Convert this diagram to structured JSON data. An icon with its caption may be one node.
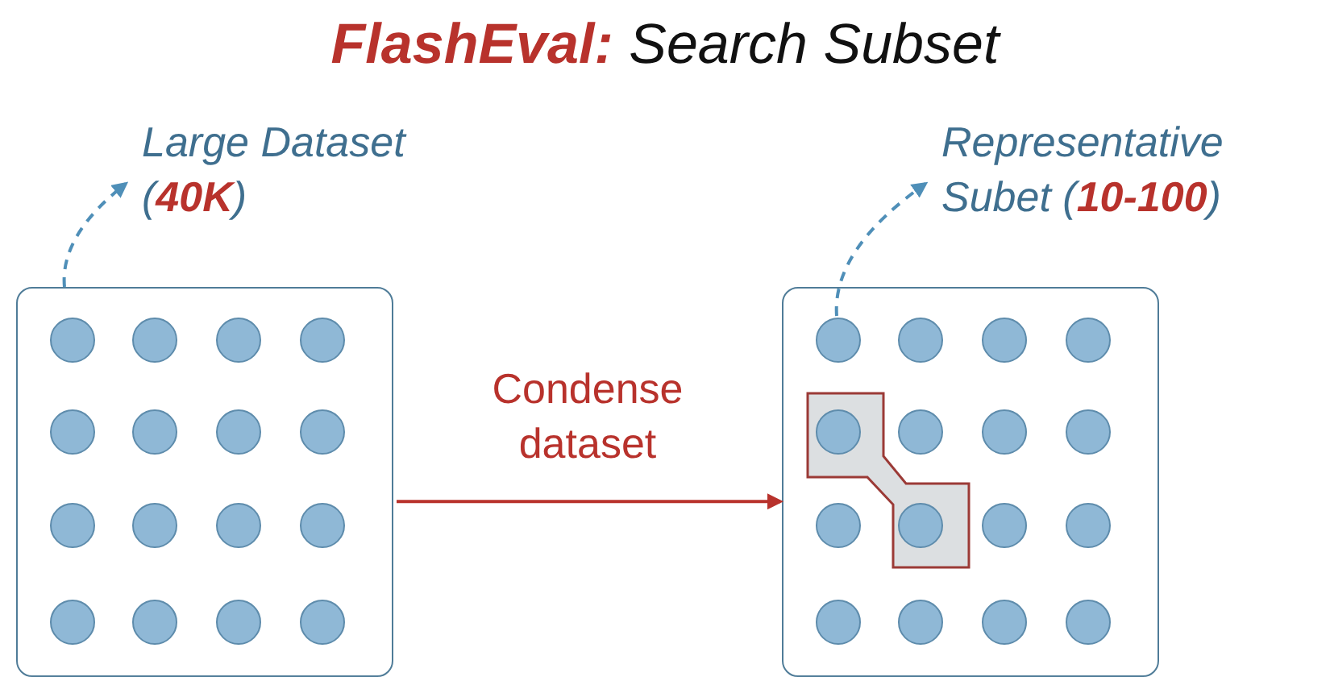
{
  "diagram": {
    "title": "**FlashEval:** Search Subset",
    "nodes": [
      {
        "text": [
          "Large Dataset (**40K**)"
        ]
      },
      {
        "text": [],
        "shape": "box"
      },
      {
        "text": [],
        "shape": "box"
      },
      {
        "text": [
          "Representative Subet (**10-100**)"
        ]
      },
      {
        "text": [],
        "shape": "circle",
        "in": 1
      },
      {
        "text": [],
        "shape": "circle",
        "in": 1
      },
      {
        "text": [],
        "shape": "circle",
        "in": 1
      },
      {
        "text": [],
        "shape": "circle",
        "in": 1
      },
      {
        "text": [],
        "shape": "circle",
        "in": 1
      },
      {
        "text": [],
        "shape": "circle",
        "in": 1
      },
      {
        "text": [],
        "shape": "circle",
        "in": 1
      },
      {
        "text": [],
        "shape": "circle",
        "in": 1
      },
      {
        "text": [],
        "shape": "circle",
        "in": 1
      },
      {
        "text": [],
        "shape": "circle",
        "in": 1
      },
      {
        "text": [],
        "shape": "circle",
        "in": 1
      },
      {
        "text": [],
        "shape": "circle",
        "in": 1
      },
      {
        "text": [],
        "shape": "circle",
        "in": 1
      },
      {
        "text": [],
        "shape": "circle",
        "in": 1
      },
      {
        "text": [],
        "shape": "circle",
        "in": 1
      },
      {
        "text": [],
        "shape": "circle",
        "in": 1
      },
      {
        "text": [],
        "shape": "circle",
        "in": 2
      },
      {
        "text": [],
        "shape": "circle",
        "in": 2
      },
      {
        "text": [],
        "shape": "circle",
        "in": 2
      },
      {
        "text": [],
        "shape": "circle",
        "in": 2
      },
      {
        "text": [],
        "shape": "circle",
        "in": 2
      },
      {
        "text": [],
        "shape": "circle",
        "in": 2
      },
      {
        "text": [],
        "shape": "circle",
        "in": 2
      },
      {
        "text": [],
        "shape": "circle",
        "in": 2
      },
      {
        "text": [],
        "shape": "circle",
        "in": 2
      },
      {
        "text": [],
        "shape": "circle",
        "in": 2
      },
      {
        "text": [],
        "shape": "circle",
        "in": 2
      },
      {
        "text": [],
        "shape": "circle",
        "in": 2
      },
      {
        "text": [],
        "shape": "circle",
        "in": 2
      },
      {
        "text": [],
        "shape": "circle",
        "in": 2
      },
      {
        "text": [],
        "shape": "circle",
        "in": 2
      },
      {
        "text": [],
        "shape": "circle",
        "in": 2
      }
    ],
    "edges": [
      {
        "from": 1,
        "to": 0,
        "arrow": "to",
        "style": "dashed"
      },
      {
        "from": 20,
        "to": 3,
        "arrow": "to",
        "style": "dashed"
      },
      {
        "from": 1,
        "to": 2,
        "arrow": "to",
        "label": "Condense dataset",
        "color": "#b8322c"
      }
    ]
  }
}
